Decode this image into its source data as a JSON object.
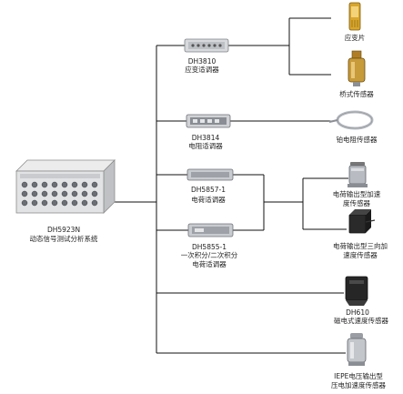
{
  "system": {
    "model": "DH5923N",
    "name": "动态信号测试分析系统"
  },
  "conditioners": [
    {
      "model": "DH3810",
      "name": "应变适调器"
    },
    {
      "model": "DH3814",
      "name": "电阻适调器"
    },
    {
      "model": "DH5857-1",
      "name": "电荷适调器"
    },
    {
      "model": "DH5855-1",
      "name": "一次积分/二次积分",
      "name2": "电荷适调器"
    }
  ],
  "sensors": [
    {
      "line1": "应变片"
    },
    {
      "line1": "桥式传感器"
    },
    {
      "line1": "铂电阻传感器"
    },
    {
      "line1": "电荷输出型加速",
      "line2": "度传感器"
    },
    {
      "line1": "电荷输出型三向加",
      "line2": "速度传感器"
    },
    {
      "line1": "DH610",
      "line2": "磁电式速度传感器"
    },
    {
      "line1": "IEPE电压输出型",
      "line2": "压电加速度传感器"
    }
  ],
  "colors": {
    "line": "#111111",
    "module_body": "#d7d9dc",
    "module_panel": "#8a8e94",
    "strain_gauge": "#d9a62b",
    "bridge_sensor": "#c79a3a",
    "metal": "#b8bcc2",
    "dark_cube": "#2a2a2a"
  },
  "icons": {
    "system": "data-acquisition-chassis-icon",
    "conditioner": "signal-conditioner-module-icon",
    "strain_gauge": "strain-gauge-icon",
    "bridge_sensor": "bridge-load-cell-icon",
    "platinum": "platinum-resistance-probe-icon",
    "accel": "charge-accelerometer-icon",
    "triaxial": "triaxial-accelerometer-icon",
    "velocity": "magnetoelectric-velocity-sensor-icon",
    "iepe": "iepe-accelerometer-icon"
  }
}
